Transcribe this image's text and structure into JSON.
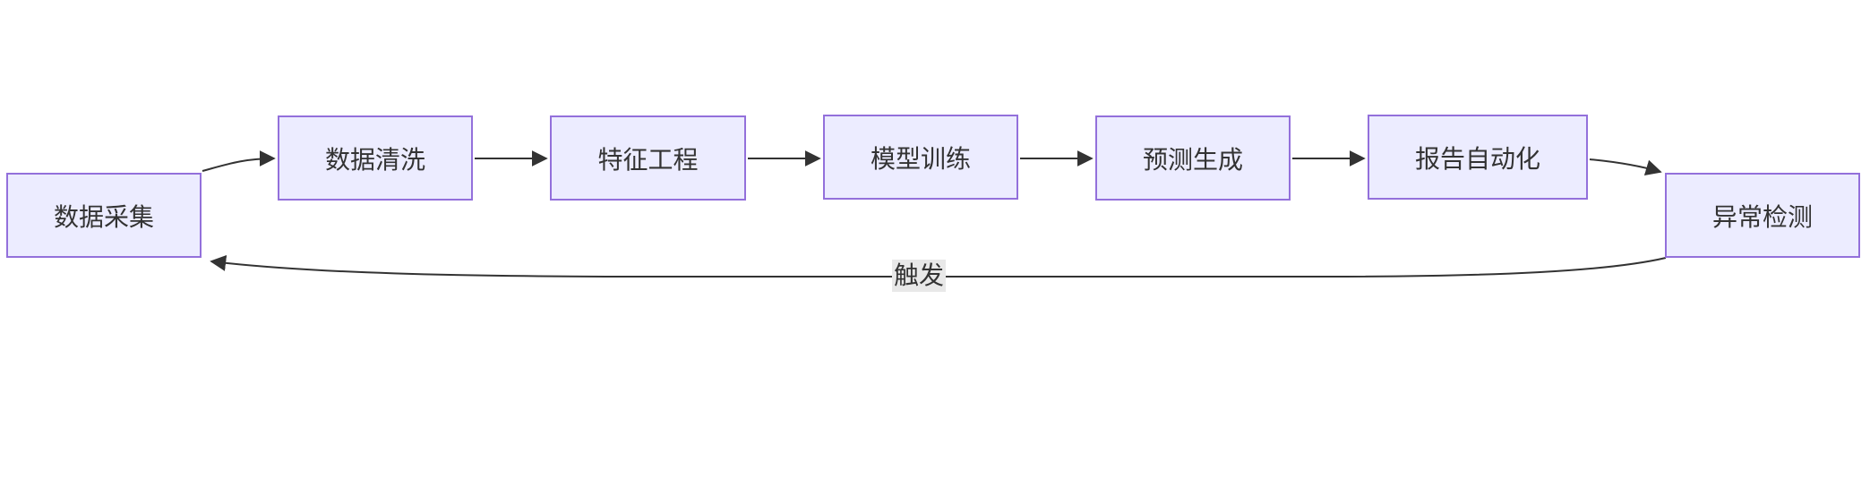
{
  "diagram": {
    "type": "flowchart-left-to-right",
    "nodes": [
      {
        "id": "A",
        "label": "数据采集"
      },
      {
        "id": "B",
        "label": "数据清洗"
      },
      {
        "id": "C",
        "label": "特征工程"
      },
      {
        "id": "D",
        "label": "模型训练"
      },
      {
        "id": "E",
        "label": "预测生成"
      },
      {
        "id": "F",
        "label": "报告自动化"
      },
      {
        "id": "G",
        "label": "异常检测"
      }
    ],
    "edges": [
      {
        "from": "数据采集",
        "to": "数据清洗"
      },
      {
        "from": "数据清洗",
        "to": "特征工程"
      },
      {
        "from": "特征工程",
        "to": "模型训练"
      },
      {
        "from": "模型训练",
        "to": "预测生成"
      },
      {
        "from": "预测生成",
        "to": "报告自动化"
      },
      {
        "from": "报告自动化",
        "to": "异常检测"
      },
      {
        "from": "异常检测",
        "to": "数据采集",
        "label": "触发"
      }
    ],
    "colors": {
      "node_fill": "#ECECFF",
      "node_border": "#9370DB",
      "edge": "#333333",
      "text": "#333333",
      "edge_label_bg": "#e8e8e8",
      "background": "#ffffff"
    }
  }
}
